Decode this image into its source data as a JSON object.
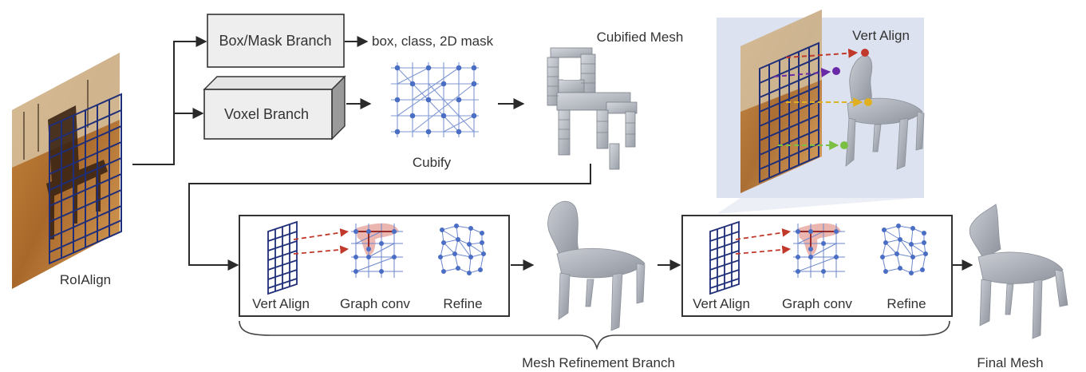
{
  "labels": {
    "box_mask_branch": "Box/Mask Branch",
    "box_mask_outputs": "box, class, 2D mask",
    "voxel_branch": "Voxel Branch",
    "cubify": "Cubify",
    "cubified_mesh": "Cubified Mesh",
    "roialign": "RoIAlign",
    "vert_align_inset": "Vert Align",
    "stage1": {
      "vert_align": "Vert Align",
      "graph_conv": "Graph conv",
      "refine": "Refine"
    },
    "stage2": {
      "vert_align": "Vert Align",
      "graph_conv": "Graph conv",
      "refine": "Refine"
    },
    "mesh_refinement_branch": "Mesh Refinement Branch",
    "final_mesh": "Final Mesh"
  },
  "colors": {
    "line": "#2a2a2a",
    "node": "#4a6ec4",
    "edge": "#6b86cc",
    "grid": "#2c3e7a",
    "box_fill": "#eeeeee",
    "inset_bg": "#dde2f0",
    "highlight": "#e8a9a2",
    "arrow_red": "#c0392b",
    "arrow_purple": "#6a2aa8",
    "arrow_yellow": "#e0b020",
    "arrow_green": "#7cbf45"
  },
  "icons": {
    "roi_image": "chair-photo-icon",
    "cubified_mesh": "voxel-chair-icon",
    "refined_mesh": "mesh-chair-icon",
    "final_mesh": "mesh-chair-icon",
    "feature_grid": "feature-grid-icon"
  }
}
